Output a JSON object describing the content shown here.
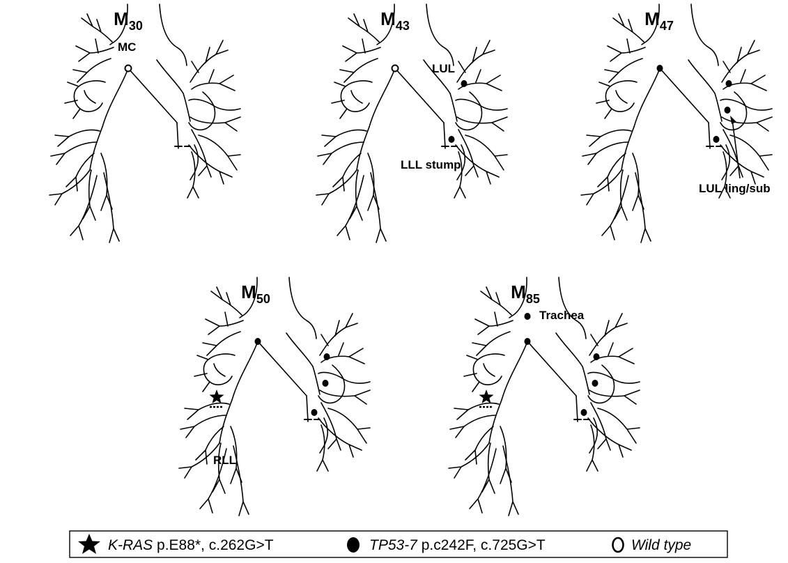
{
  "panels": [
    {
      "id": "m30",
      "title": {
        "letter": "M",
        "subscript": "30"
      },
      "labels": [
        {
          "key": "mc",
          "text": "MC"
        }
      ],
      "markers": [
        {
          "site": "main_carina",
          "type": "wild_type"
        }
      ]
    },
    {
      "id": "m43",
      "title": {
        "letter": "M",
        "subscript": "43"
      },
      "labels": [
        {
          "key": "lul",
          "text": "LUL"
        },
        {
          "key": "lll_stump",
          "text": "LLL stump"
        }
      ],
      "markers": [
        {
          "site": "main_carina",
          "type": "wild_type"
        },
        {
          "site": "lul",
          "type": "tp53"
        },
        {
          "site": "lll_stump",
          "type": "tp53"
        }
      ]
    },
    {
      "id": "m47",
      "title": {
        "letter": "M",
        "subscript": "47"
      },
      "labels": [
        {
          "key": "lul_ling_sub",
          "text": "LUL ling/sub"
        }
      ],
      "markers": [
        {
          "site": "main_carina",
          "type": "tp53"
        },
        {
          "site": "lul",
          "type": "tp53"
        },
        {
          "site": "lul_ling_sub",
          "type": "tp53"
        },
        {
          "site": "lll_stump",
          "type": "tp53"
        }
      ]
    },
    {
      "id": "m50",
      "title": {
        "letter": "M",
        "subscript": "50"
      },
      "labels": [
        {
          "key": "rll",
          "text": "RLL"
        }
      ],
      "markers": [
        {
          "site": "main_carina",
          "type": "tp53"
        },
        {
          "site": "lul",
          "type": "tp53"
        },
        {
          "site": "lul_ling_sub",
          "type": "tp53"
        },
        {
          "site": "lll_stump",
          "type": "tp53"
        },
        {
          "site": "rll",
          "type": "kras"
        }
      ]
    },
    {
      "id": "m85",
      "title": {
        "letter": "M",
        "subscript": "85"
      },
      "labels": [
        {
          "key": "trachea",
          "text": "Trachea"
        }
      ],
      "markers": [
        {
          "site": "trachea",
          "type": "tp53"
        },
        {
          "site": "main_carina",
          "type": "tp53"
        },
        {
          "site": "lul",
          "type": "tp53"
        },
        {
          "site": "lul_ling_sub",
          "type": "tp53"
        },
        {
          "site": "lll_stump",
          "type": "tp53"
        },
        {
          "site": "rll",
          "type": "kras"
        }
      ]
    }
  ],
  "legend": {
    "kras": {
      "gene": "K-RAS",
      "detail": " p.E88*, c.262G>T"
    },
    "tp53": {
      "gene": "TP53-7",
      "detail": " p.c242F, c.725G>T"
    },
    "wild_type": {
      "label": "Wild type"
    }
  },
  "colors": {
    "ink": "#000000",
    "background": "#ffffff"
  }
}
